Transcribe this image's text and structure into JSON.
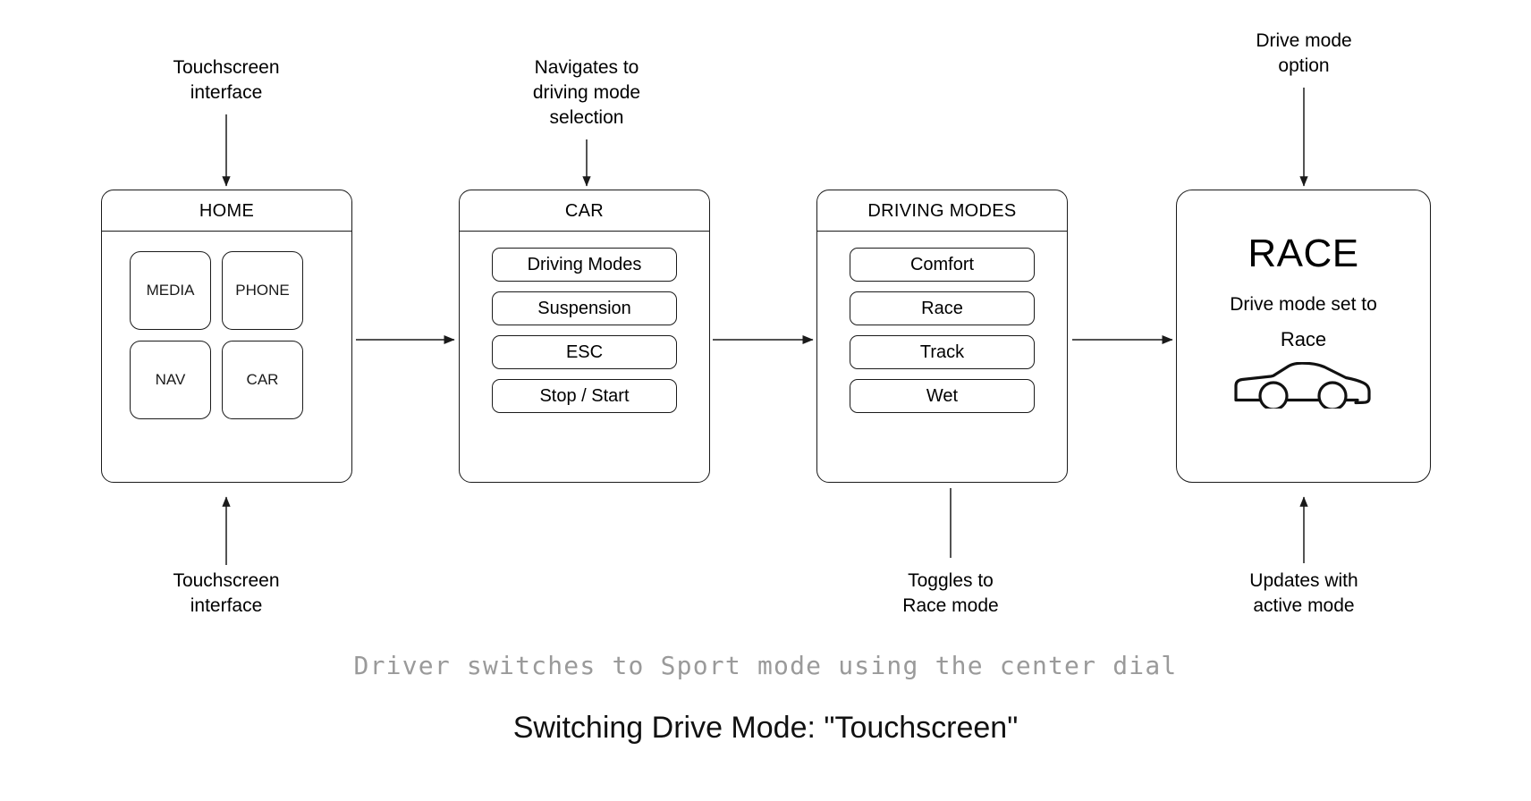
{
  "diagram": {
    "title": "Switching Drive Mode: \"Touchscreen\"",
    "caption": "Driver switches to Sport mode using the center dial",
    "caption_color": "#9a9a9a",
    "stroke_color": "#1a1a1a",
    "background": "#ffffff"
  },
  "annotations": {
    "home_top": "Touchscreen\ninterface",
    "home_bottom": "Touchscreen\ninterface",
    "car_top": "Navigates to\ndriving mode\nselection",
    "modes_bottom": "Toggles to\nRace mode",
    "race_top": "Drive mode\noption",
    "race_bottom": "Updates with\nactive mode"
  },
  "screens": {
    "home": {
      "title": "HOME",
      "tiles": [
        {
          "label": "MEDIA"
        },
        {
          "label": "PHONE"
        },
        {
          "label": "NAV"
        },
        {
          "label": "CAR"
        }
      ]
    },
    "car": {
      "title": "CAR",
      "rows": [
        {
          "label": "Driving Modes"
        },
        {
          "label": "Suspension"
        },
        {
          "label": "ESC"
        },
        {
          "label": "Stop / Start"
        }
      ]
    },
    "driving_modes": {
      "title": "DRIVING MODES",
      "rows": [
        {
          "label": "Comfort"
        },
        {
          "label": "Race"
        },
        {
          "label": "Track"
        },
        {
          "label": "Wet"
        }
      ]
    },
    "race": {
      "headline": "RACE",
      "subtitle": "Drive mode set to",
      "mode": "Race",
      "icon": "car-side-icon"
    }
  }
}
